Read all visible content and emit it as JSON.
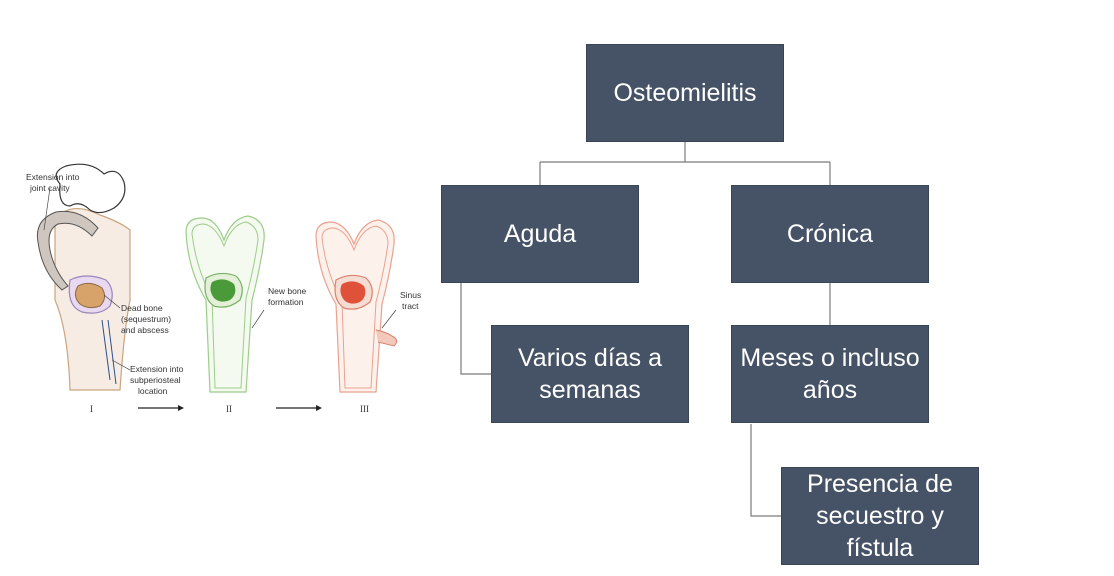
{
  "illustration": {
    "labels": {
      "joint_l1": "Extension into",
      "joint_l2": "joint cavity",
      "dead_l1": "Dead bone",
      "dead_l2": "(sequestrum)",
      "dead_l3": "and abscess",
      "sub_l1": "Extension into",
      "sub_l2": "subperiosteal",
      "sub_l3": "location",
      "newbone_l1": "New bone",
      "newbone_l2": "formation",
      "sinus_l1": "Sinus",
      "sinus_l2": "tract"
    },
    "stages": [
      "I",
      "II",
      "III"
    ],
    "colors": {
      "stage1": "#d8a36a",
      "stage2": "#4b9a3a",
      "stage3": "#e0513a",
      "green_outline": "#9ccc8a",
      "red_outline": "#e9a28f"
    }
  },
  "diagram": {
    "root": "Osteomielitis",
    "acute": "Aguda",
    "chronic": "Crónica",
    "acute_duration": "Varios días a semanas",
    "chronic_duration": "Meses o incluso años",
    "chronic_feature": "Presencia de secuestro y fístula",
    "box_color": "#465366"
  }
}
